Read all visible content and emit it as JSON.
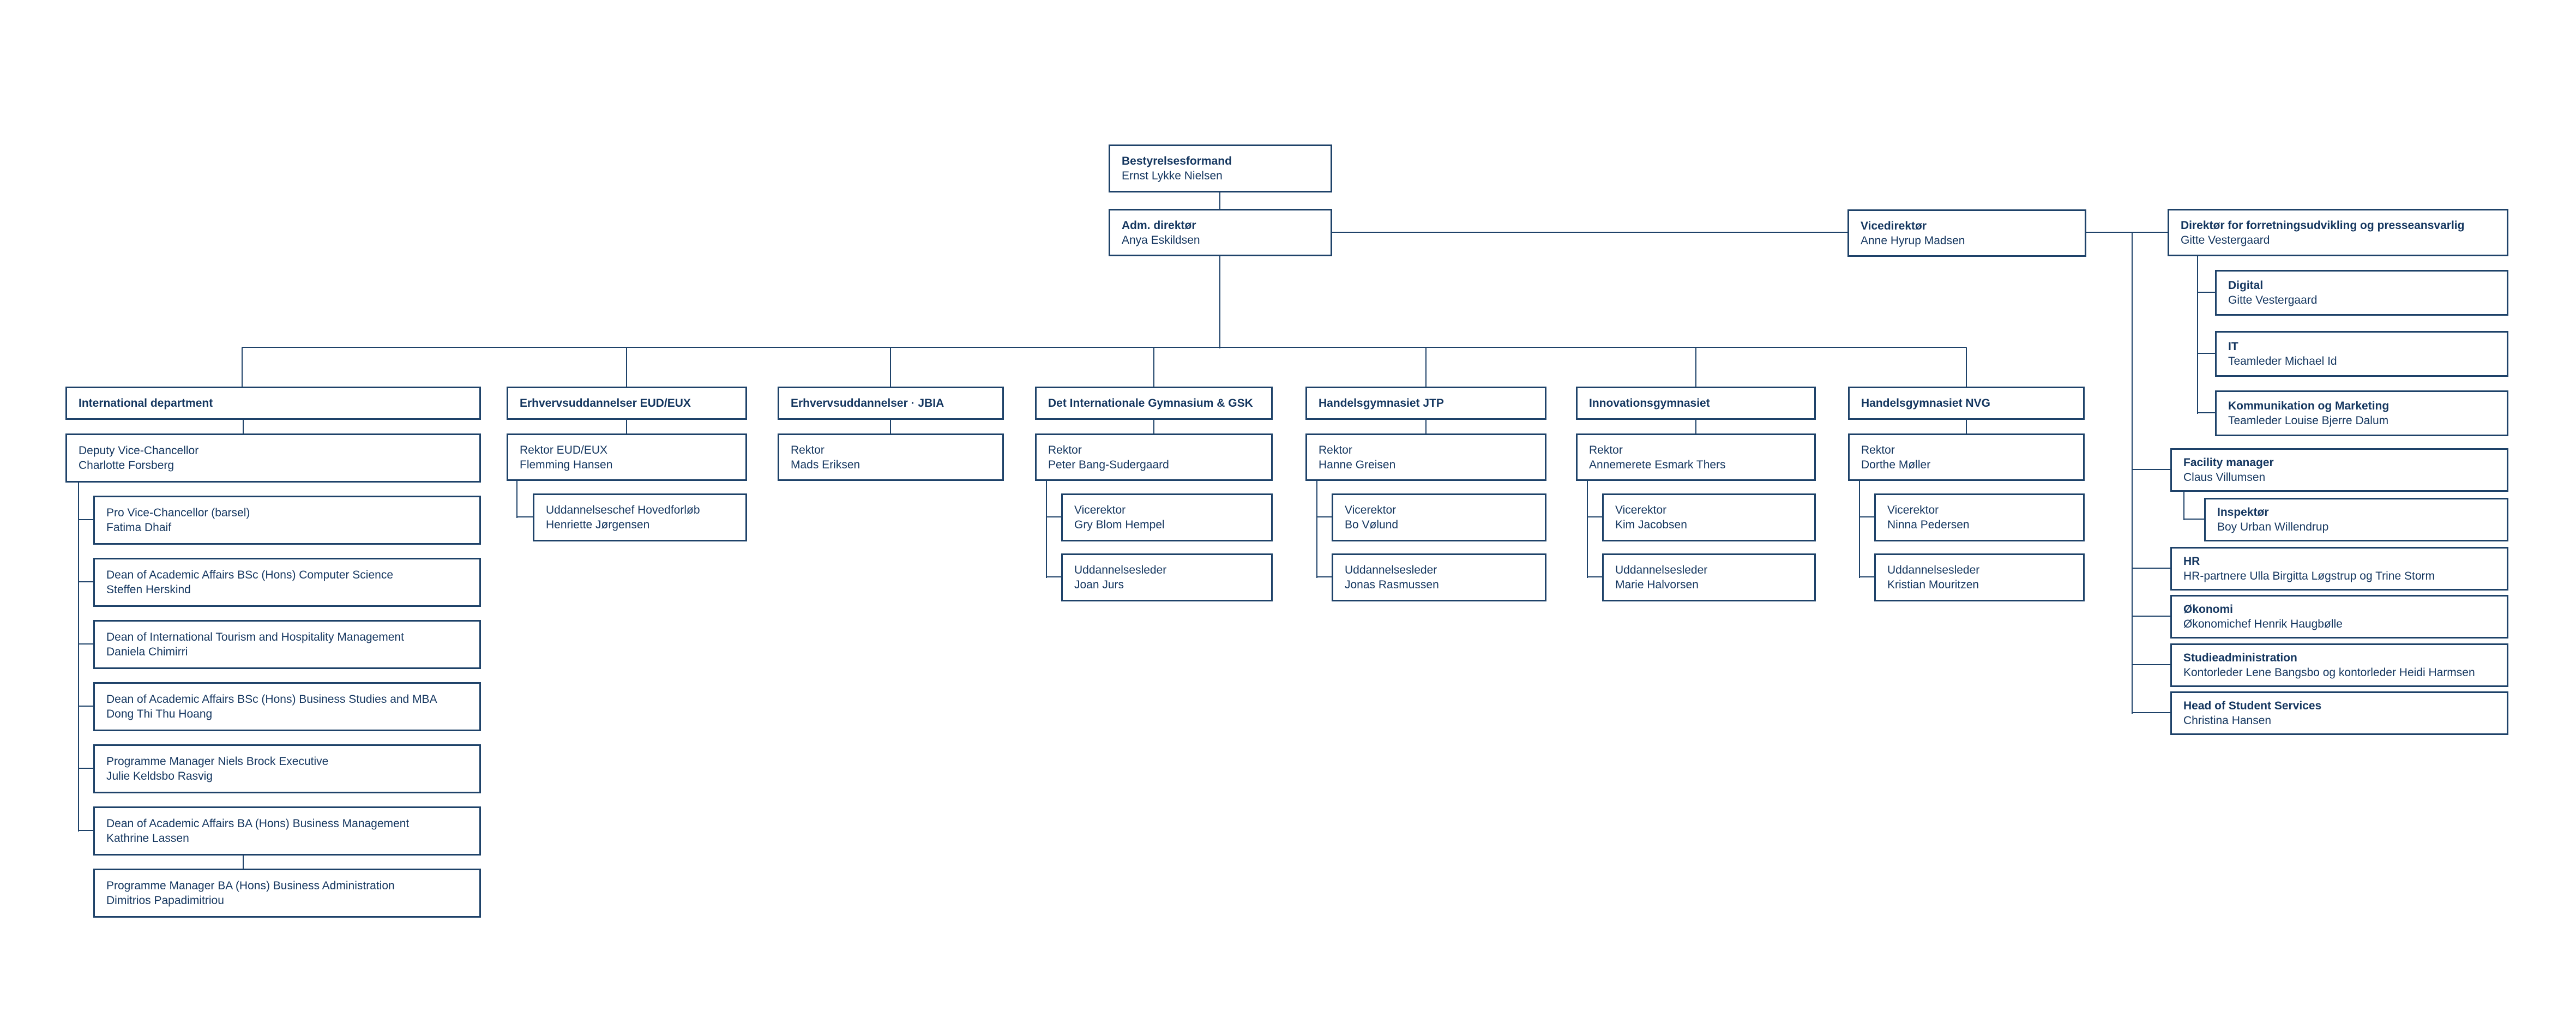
{
  "meta": {
    "background_color": "#ffffff",
    "box_border_color": "#1e4269",
    "text_color": "#14365f",
    "connector_color": "#1e4269"
  },
  "nodes": {
    "bestyrelsesformand": {
      "title": "Bestyrelsesformand",
      "name": "Ernst Lykke Nielsen"
    },
    "adm_direktor": {
      "title": "Adm. direktør",
      "name": "Anya Eskildsen"
    },
    "vicedirektor": {
      "title": "Vicedirektør",
      "name": "Anne Hyrup Madsen"
    },
    "direktor_forretning": {
      "title": "Direktør for forretningsudvikling og presseansvarlig",
      "name": "Gitte Vestergaard"
    },
    "digital": {
      "title": "Digital",
      "name": "Gitte Vestergaard"
    },
    "it": {
      "title": "IT",
      "name": "Teamleder Michael Id"
    },
    "kommunikation": {
      "title": "Kommunikation og Marketing",
      "name": "Teamleder Louise Bjerre Dalum"
    },
    "facility": {
      "title": "Facility manager",
      "name": "Claus Villumsen"
    },
    "inspektor": {
      "title": "Inspektør",
      "name": "Boy Urban Willendrup"
    },
    "hr": {
      "title": "HR",
      "name": "HR-partnere Ulla Birgitta Løgstrup og Trine Storm"
    },
    "okonomi": {
      "title": "Økonomi",
      "name": "Økonomichef Henrik Haugbølle"
    },
    "studieadministration": {
      "title": "Studieadministration",
      "name": "Kontorleder Lene Bangsbo og kontorleder Heidi Harmsen"
    },
    "head_student_services": {
      "title": "Head of Student Services",
      "name": "Christina Hansen"
    },
    "international": {
      "title": "International department"
    },
    "deputy": {
      "title": "Deputy Vice-Chancellor",
      "name": "Charlotte Forsberg"
    },
    "pro_vice": {
      "title": "Pro Vice-Chancellor (barsel)",
      "name": "Fatima Dhaif"
    },
    "dean_cs": {
      "title": "Dean of Academic Affairs BSc (Hons) Computer Science",
      "name": "Steffen Herskind"
    },
    "dean_tourism": {
      "title": "Dean of International Tourism and Hospitality Management",
      "name": "Daniela Chimirri"
    },
    "dean_mba": {
      "title": "Dean of Academic Affairs BSc (Hons) Business Studies and MBA",
      "name": "Dong Thi Thu Hoang"
    },
    "pm_executive": {
      "title": "Programme Manager Niels Brock Executive",
      "name": "Julie Keldsbo Rasvig"
    },
    "dean_ba": {
      "title": "Dean of Academic Affairs BA (Hons) Business Management",
      "name": "Kathrine Lassen"
    },
    "pm_ba": {
      "title": "Programme Manager BA (Hons) Business Administration",
      "name": "Dimitrios Papadimitriou"
    },
    "eud_eux": {
      "title": "Erhvervsuddannelser EUD/EUX"
    },
    "rektor_eud": {
      "title": "Rektor EUD/EUX",
      "name": "Flemming Hansen"
    },
    "uddchef_hovedforlob": {
      "title": "Uddannelseschef Hovedforløb",
      "name": "Henriette Jørgensen"
    },
    "jbia": {
      "title": "Erhvervsuddannelser · JBIA"
    },
    "rektor_jbia": {
      "title": "Rektor",
      "name": "Mads Eriksen"
    },
    "gym_gsk": {
      "title": "Det Internationale Gymnasium & GSK"
    },
    "rektor_gsk": {
      "title": "Rektor",
      "name": "Peter Bang-Sudergaard"
    },
    "vicerektor_gsk": {
      "title": "Vicerektor",
      "name": "Gry Blom Hempel"
    },
    "uddleder_gsk": {
      "title": "Uddannelsesleder",
      "name": "Joan Jurs"
    },
    "jtp": {
      "title": "Handelsgymnasiet JTP"
    },
    "rektor_jtp": {
      "title": "Rektor",
      "name": "Hanne Greisen"
    },
    "vicerektor_jtp": {
      "title": "Vicerektor",
      "name": "Bo Vølund"
    },
    "uddleder_jtp": {
      "title": "Uddannelsesleder",
      "name": "Jonas Rasmussen"
    },
    "innovations": {
      "title": "Innovationsgymnasiet"
    },
    "rektor_innov": {
      "title": "Rektor",
      "name": "Annemerete Esmark Thers"
    },
    "vicerektor_innov": {
      "title": "Vicerektor",
      "name": "Kim Jacobsen"
    },
    "uddleder_innov": {
      "title": "Uddannelsesleder",
      "name": "Marie Halvorsen"
    },
    "nvg": {
      "title": "Handelsgymnasiet NVG"
    },
    "rektor_nvg": {
      "title": "Rektor",
      "name": "Dorthe Møller"
    },
    "vicerektor_nvg": {
      "title": "Vicerektor",
      "name": "Ninna Pedersen"
    },
    "uddleder_nvg": {
      "title": "Uddannelsesleder",
      "name": "Kristian Mouritzen"
    }
  },
  "edges": [
    [
      "bestyrelsesformand",
      "adm_direktor"
    ],
    [
      "adm_direktor",
      "vicedirektor"
    ],
    [
      "vicedirektor",
      "direktor_forretning"
    ],
    [
      "direktor_forretning",
      "digital"
    ],
    [
      "direktor_forretning",
      "it"
    ],
    [
      "direktor_forretning",
      "kommunikation"
    ],
    [
      "vicedirektor",
      "facility"
    ],
    [
      "facility",
      "inspektor"
    ],
    [
      "vicedirektor",
      "hr"
    ],
    [
      "vicedirektor",
      "okonomi"
    ],
    [
      "vicedirektor",
      "studieadministration"
    ],
    [
      "vicedirektor",
      "head_student_services"
    ],
    [
      "adm_direktor",
      "international"
    ],
    [
      "adm_direktor",
      "eud_eux"
    ],
    [
      "adm_direktor",
      "jbia"
    ],
    [
      "adm_direktor",
      "gym_gsk"
    ],
    [
      "adm_direktor",
      "jtp"
    ],
    [
      "adm_direktor",
      "innovations"
    ],
    [
      "adm_direktor",
      "nvg"
    ],
    [
      "international",
      "deputy"
    ],
    [
      "deputy",
      "pro_vice"
    ],
    [
      "deputy",
      "dean_cs"
    ],
    [
      "deputy",
      "dean_tourism"
    ],
    [
      "deputy",
      "dean_mba"
    ],
    [
      "deputy",
      "pm_executive"
    ],
    [
      "deputy",
      "dean_ba"
    ],
    [
      "dean_ba",
      "pm_ba"
    ],
    [
      "eud_eux",
      "rektor_eud"
    ],
    [
      "rektor_eud",
      "uddchef_hovedforlob"
    ],
    [
      "jbia",
      "rektor_jbia"
    ],
    [
      "gym_gsk",
      "rektor_gsk"
    ],
    [
      "rektor_gsk",
      "vicerektor_gsk"
    ],
    [
      "rektor_gsk",
      "uddleder_gsk"
    ],
    [
      "jtp",
      "rektor_jtp"
    ],
    [
      "rektor_jtp",
      "vicerektor_jtp"
    ],
    [
      "rektor_jtp",
      "uddleder_jtp"
    ],
    [
      "innovations",
      "rektor_innov"
    ],
    [
      "rektor_innov",
      "vicerektor_innov"
    ],
    [
      "rektor_innov",
      "uddleder_innov"
    ],
    [
      "nvg",
      "rektor_nvg"
    ],
    [
      "rektor_nvg",
      "vicerektor_nvg"
    ],
    [
      "rektor_nvg",
      "uddleder_nvg"
    ]
  ]
}
